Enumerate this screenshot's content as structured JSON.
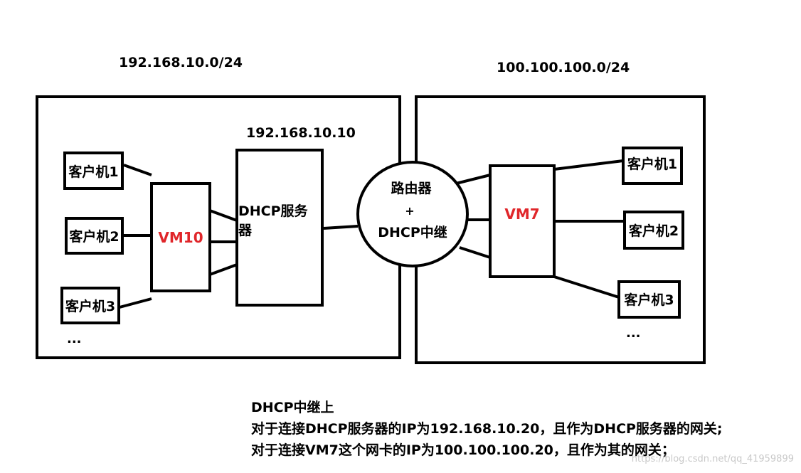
{
  "left_network": {
    "subnet_label": "192.168.10.0/24",
    "server_ip_label": "192.168.10.10",
    "clients": [
      "客户机1",
      "客户机2",
      "客户机3"
    ],
    "ellipsis": "...",
    "vm_label": "VM10",
    "server_label": "DHCP服务器"
  },
  "right_network": {
    "subnet_label": "100.100.100.0/24",
    "clients": [
      "客户机1",
      "客户机2",
      "客户机3"
    ],
    "ellipsis": "...",
    "vm_label": "VM7"
  },
  "router": {
    "line1": "路由器",
    "line2": "+",
    "line3": "DHCP中继"
  },
  "notes": [
    "DHCP中继上",
    "对于连接DHCP服务器的IP为192.168.10.20，且作为DHCP服务器的网关;",
    "对于连接VM7这个网卡的IP为100.100.100.20，且作为其的网关；"
  ],
  "watermark": "https://blog.csdn.net/qq_41959899",
  "colors": {
    "vm_label": "#e0262a",
    "lines": "#000000"
  }
}
